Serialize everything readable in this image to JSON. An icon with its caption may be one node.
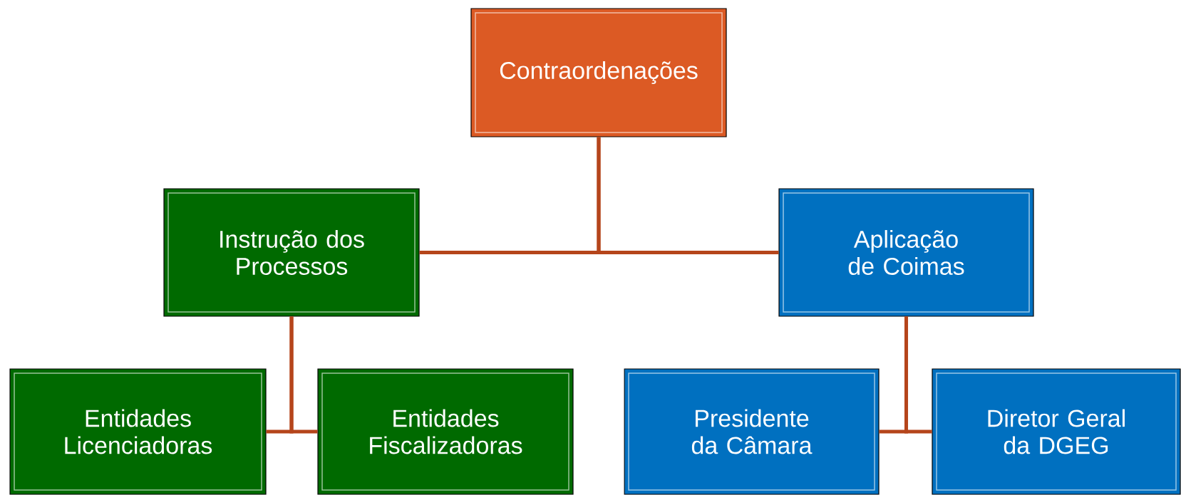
{
  "diagram": {
    "nodes": [
      {
        "text": [
          "Contraordenações"
        ]
      },
      {
        "text": [
          "Instrução dos Processos"
        ]
      },
      {
        "text": [
          "Aplicação de Coimas"
        ]
      },
      {
        "text": [
          "Entidades Licenciadoras"
        ]
      },
      {
        "text": [
          "Entidades Fiscalizadoras"
        ]
      },
      {
        "text": [
          "Presidente da Câmara"
        ]
      },
      {
        "text": [
          "Diretor Geral da DGEG"
        ]
      }
    ],
    "edges": [
      {
        "from": 0,
        "to": 1,
        "arrow": "none"
      },
      {
        "from": 0,
        "to": 2,
        "arrow": "none"
      },
      {
        "from": 1,
        "to": 3,
        "arrow": "none"
      },
      {
        "from": 1,
        "to": 4,
        "arrow": "none"
      },
      {
        "from": 2,
        "to": 5,
        "arrow": "none"
      },
      {
        "from": 2,
        "to": 6,
        "arrow": "none"
      }
    ]
  }
}
